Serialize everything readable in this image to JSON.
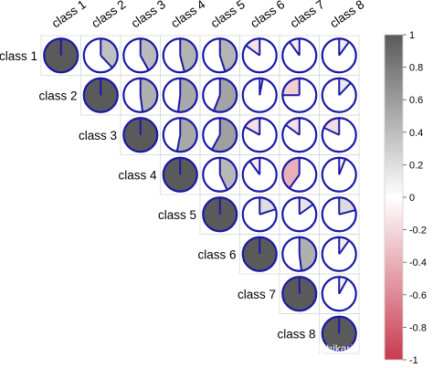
{
  "chart_data": {
    "type": "heatmap",
    "style": "pie correlation matrix (upper triangle)",
    "labels": [
      "class 1",
      "class 2",
      "class 3",
      "class 4",
      "class 5",
      "class 6",
      "class 7",
      "class 8"
    ],
    "matrix": [
      [
        1.0,
        0.38,
        0.42,
        0.46,
        0.45,
        -0.15,
        -0.1,
        0.1
      ],
      [
        null,
        1.0,
        0.48,
        0.52,
        0.56,
        0.03,
        -0.25,
        0.12
      ],
      [
        null,
        null,
        1.0,
        0.53,
        0.58,
        -0.17,
        -0.15,
        -0.18
      ],
      [
        null,
        null,
        null,
        1.0,
        0.43,
        -0.1,
        -0.4,
        0.06
      ],
      [
        null,
        null,
        null,
        null,
        1.0,
        0.2,
        0.15,
        0.21
      ],
      [
        null,
        null,
        null,
        null,
        null,
        1.0,
        0.48,
        0.1
      ],
      [
        null,
        null,
        null,
        null,
        null,
        null,
        1.0,
        0.08
      ],
      [
        null,
        null,
        null,
        null,
        null,
        null,
        null,
        1.0
      ]
    ],
    "colorbar": {
      "ticks": [
        "1",
        "0.8",
        "0.6",
        "0.4",
        "0.2",
        "0",
        "-0.2",
        "-0.4",
        "-0.6",
        "-0.8",
        "-1"
      ],
      "range": [
        -1,
        1
      ]
    },
    "colors": {
      "negative": "#c83a4e",
      "zero": "#ffffff",
      "positive": "#5a5a5a",
      "pie_outline": "#1a1aa6",
      "grid": "#d9d9d9"
    }
  },
  "watermark": "知乎 @hikari"
}
